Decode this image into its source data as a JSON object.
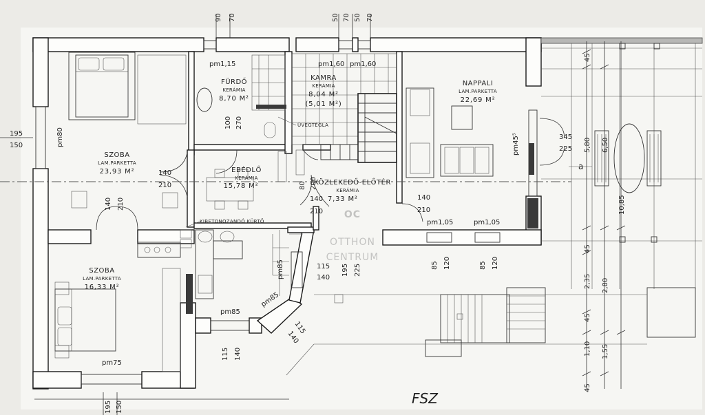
{
  "rooms": {
    "szoba1": {
      "name": "SZOBA",
      "material": "LAM.PARKETTA",
      "area": "23,93 M²"
    },
    "furdo": {
      "name": "FÜRDŐ",
      "material": "KERÁMIA",
      "area": "8,70 M²"
    },
    "kamra": {
      "name": "KAMRA",
      "material": "KERÁMIA",
      "area": "8,04 M²",
      "area2": "(5,01 M²)"
    },
    "nappali": {
      "name": "NAPPALI",
      "material": "LAM.PARKETTA",
      "area": "22,69 M²"
    },
    "ebedlo": {
      "name": "EBÉDLŐ",
      "material": "KERÁMIA",
      "area": "15,78 M²"
    },
    "kozlekedo": {
      "name": "KÖZLEKEDŐ-ELŐTÉR",
      "material": "KERÁMIA",
      "area": "7,33 M²"
    },
    "szoba2": {
      "name": "SZOBA",
      "material": "LAM.PARKETTA",
      "area": "16,33 M²"
    }
  },
  "labels": {
    "uvegtegla": "ÜVEGTÉGLA",
    "kurto": "KIBETONOZANDÓ KÜRTŐ",
    "axis_a": "a",
    "floor": "FSZ"
  },
  "watermark": {
    "logo": "OC",
    "line1": "OTTHON",
    "line2": "CENTRUM"
  },
  "dims": {
    "top_90": "90",
    "top_70a": "70",
    "top_50": "50",
    "top_70b": "70",
    "top_50b": "50",
    "top_70c": "70",
    "left_195": "195",
    "left_150": "150",
    "bot_195": "195",
    "bot_150": "150",
    "pm115": "pm1,15",
    "pm160a": "pm1,60",
    "pm160b": "pm1,60",
    "pm80": "pm80",
    "pm45": "pm45⁵",
    "pm105a": "pm1,05",
    "pm105b": "pm1,05",
    "pm85a": "pm85",
    "pm85b": "pm85",
    "pm85c": "pm85",
    "pm75": "pm75",
    "d100": "100",
    "d270": "270",
    "d140a": "140",
    "d210a": "210",
    "d140b": "140",
    "d210b": "210",
    "d80": "80",
    "d200": "200",
    "d140c": "140",
    "d210c": "210",
    "d140d": "140",
    "d210d": "210",
    "d345": "345",
    "d225": "225",
    "d85a": "85",
    "d120a": "120",
    "d85b": "85",
    "d120b": "120",
    "d115a": "115",
    "d140e": "140",
    "d195": "195",
    "d225b": "225",
    "d115b": "115",
    "d140f": "140",
    "d115c": "115",
    "d140g": "140",
    "r45a": "45",
    "r580": "5,80",
    "r650": "6,50",
    "r1085": "10,85",
    "r45b": "45",
    "r235": "2,35",
    "r280": "2,80",
    "r45c": "45",
    "r110": "1,10",
    "r155": "1,55",
    "r45d": "45"
  }
}
